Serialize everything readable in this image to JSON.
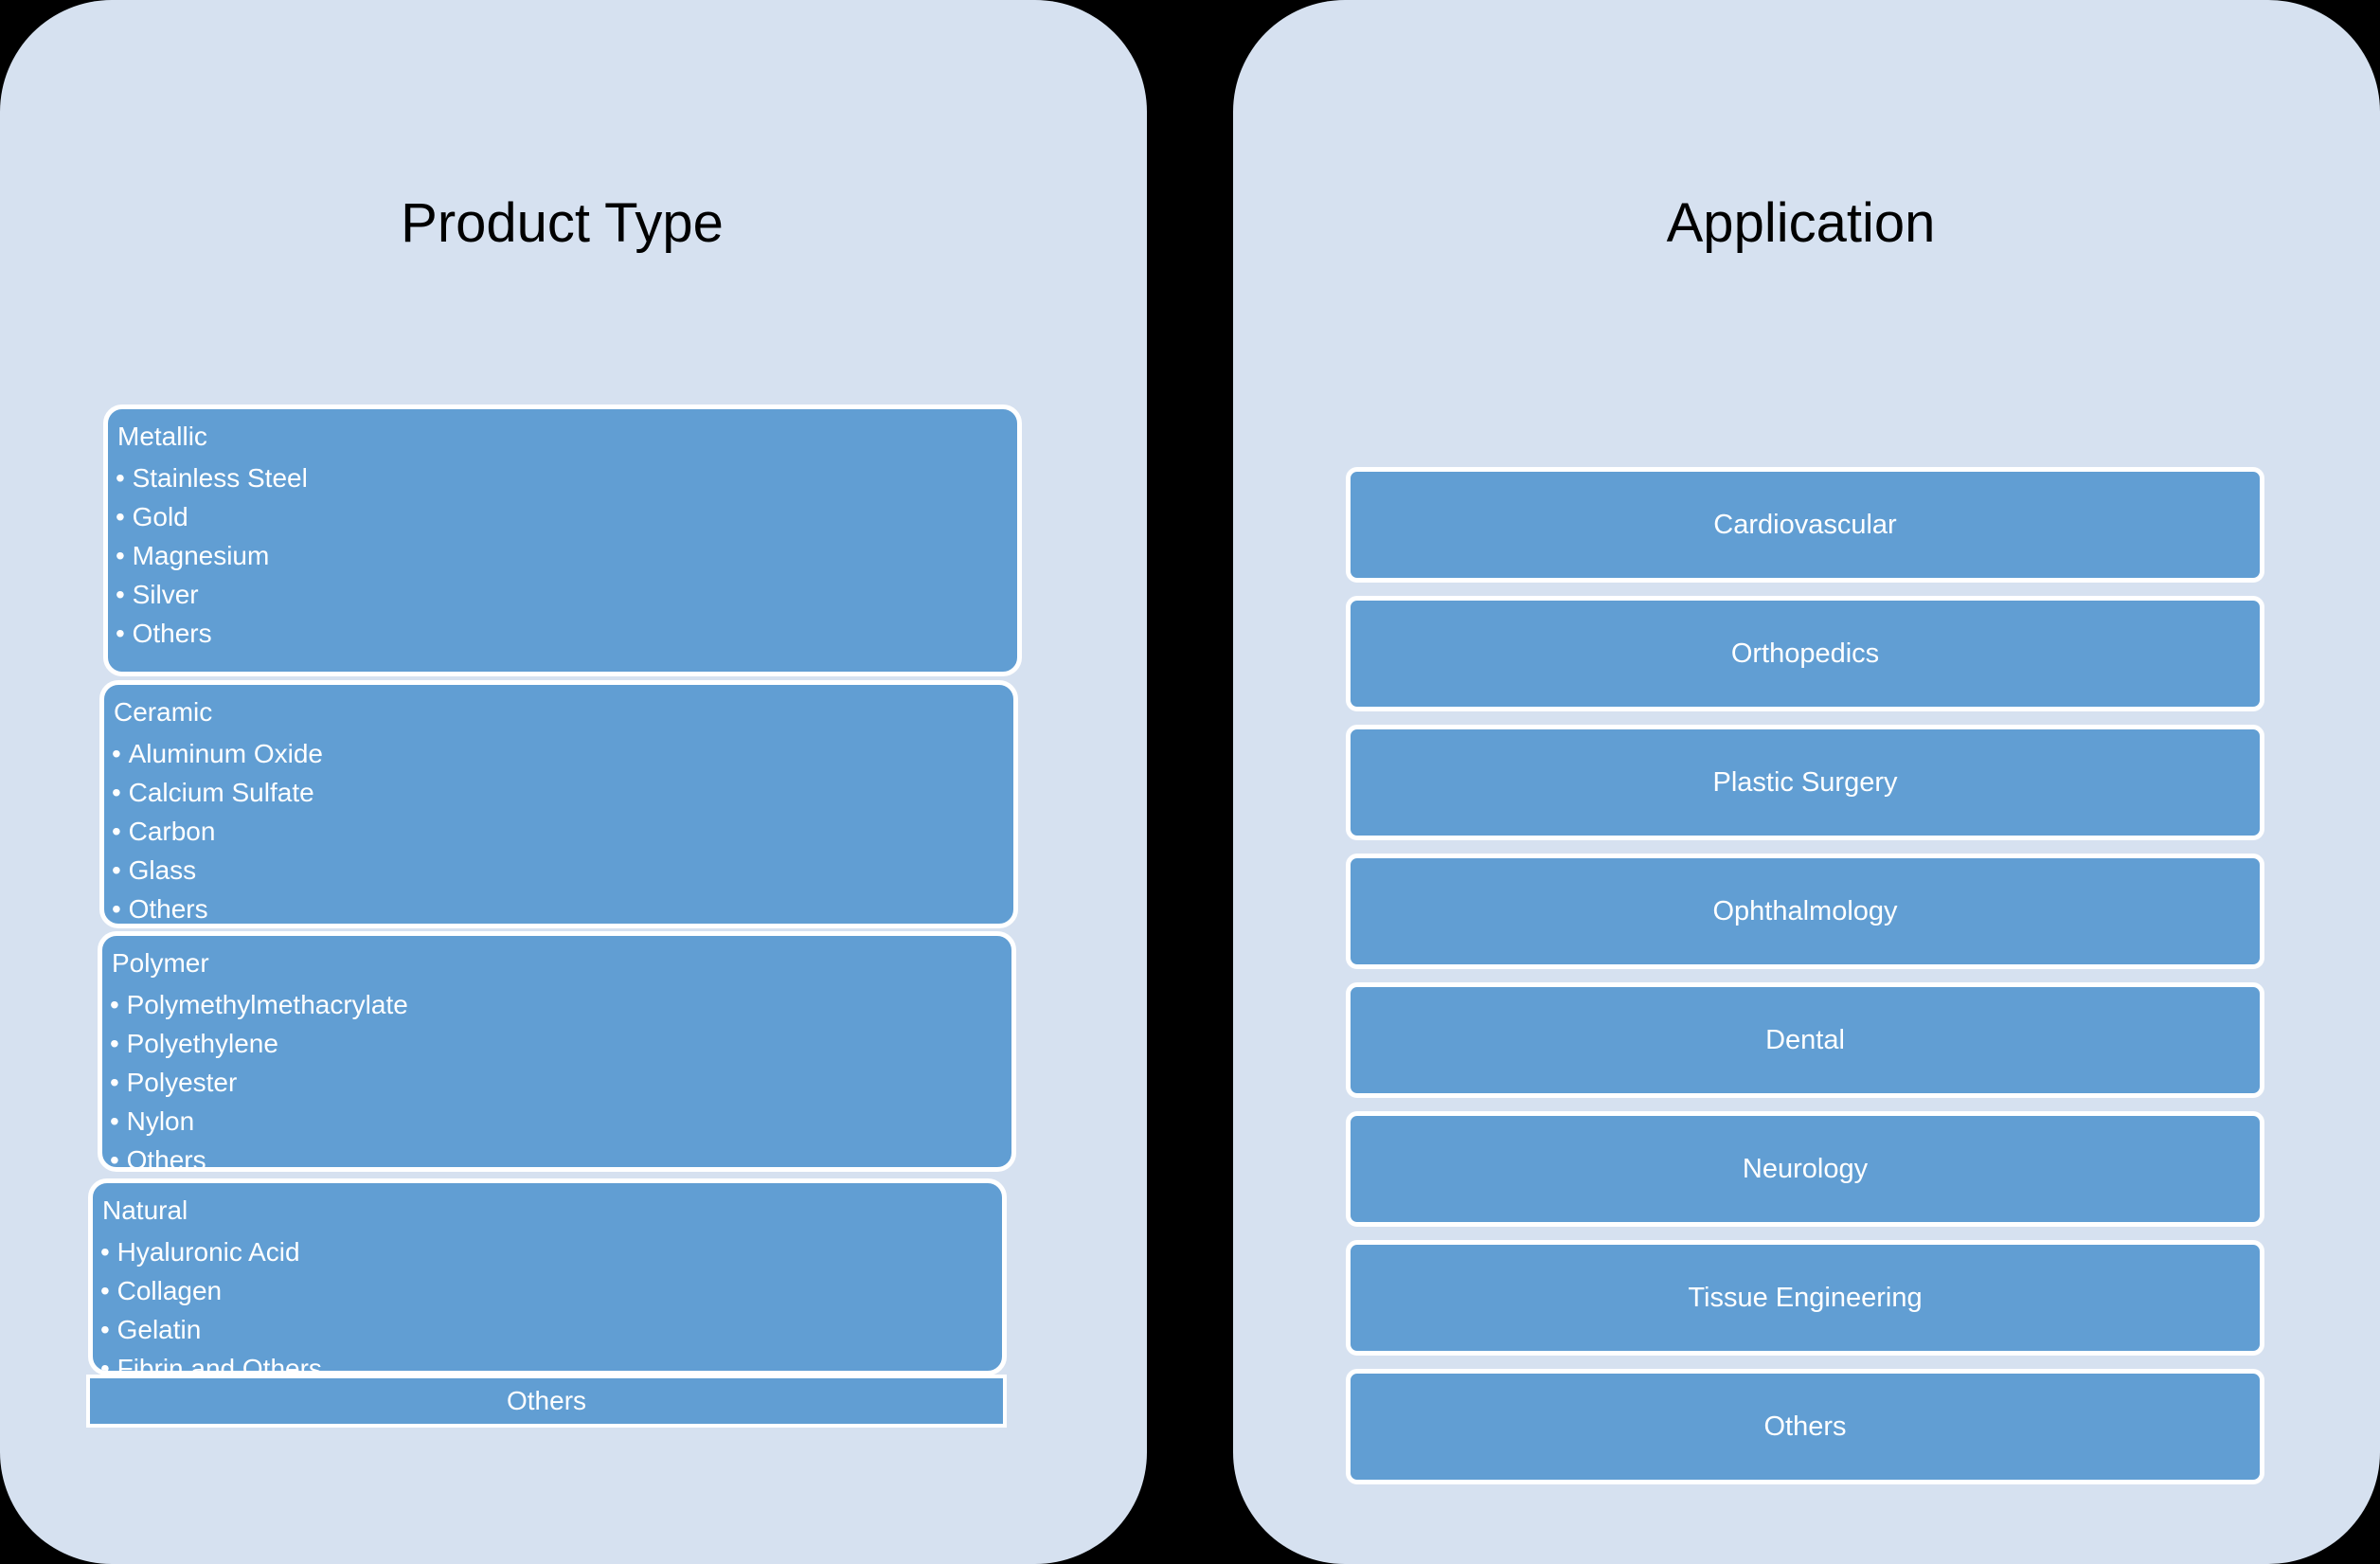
{
  "product_type": {
    "title": "Product Type",
    "groups": [
      {
        "heading": "Metallic",
        "items": [
          "Stainless Steel",
          "Gold",
          "Magnesium",
          "Silver",
          "Others"
        ]
      },
      {
        "heading": "Ceramic",
        "items": [
          "Aluminum Oxide",
          "Calcium Sulfate",
          "Carbon",
          "Glass",
          "Others"
        ]
      },
      {
        "heading": "Polymer",
        "items": [
          "Polymethylmethacrylate",
          "Polyethylene",
          "Polyester",
          "Nylon",
          "Others"
        ]
      },
      {
        "heading": "Natural",
        "items": [
          "Hyaluronic Acid",
          "Collagen",
          "Gelatin",
          "Fibrin and Others"
        ]
      }
    ],
    "others_label": "Others"
  },
  "application": {
    "title": "Application",
    "items": [
      "Cardiovascular",
      "Orthopedics",
      "Plastic Surgery",
      "Ophthalmology",
      "Dental",
      "Neurology",
      "Tissue Engineering",
      "Others"
    ]
  },
  "colors": {
    "panel_background": "#d6e1f0",
    "box_fill": "#619ed3",
    "box_border": "#ffffff",
    "page_background": "#000000"
  }
}
